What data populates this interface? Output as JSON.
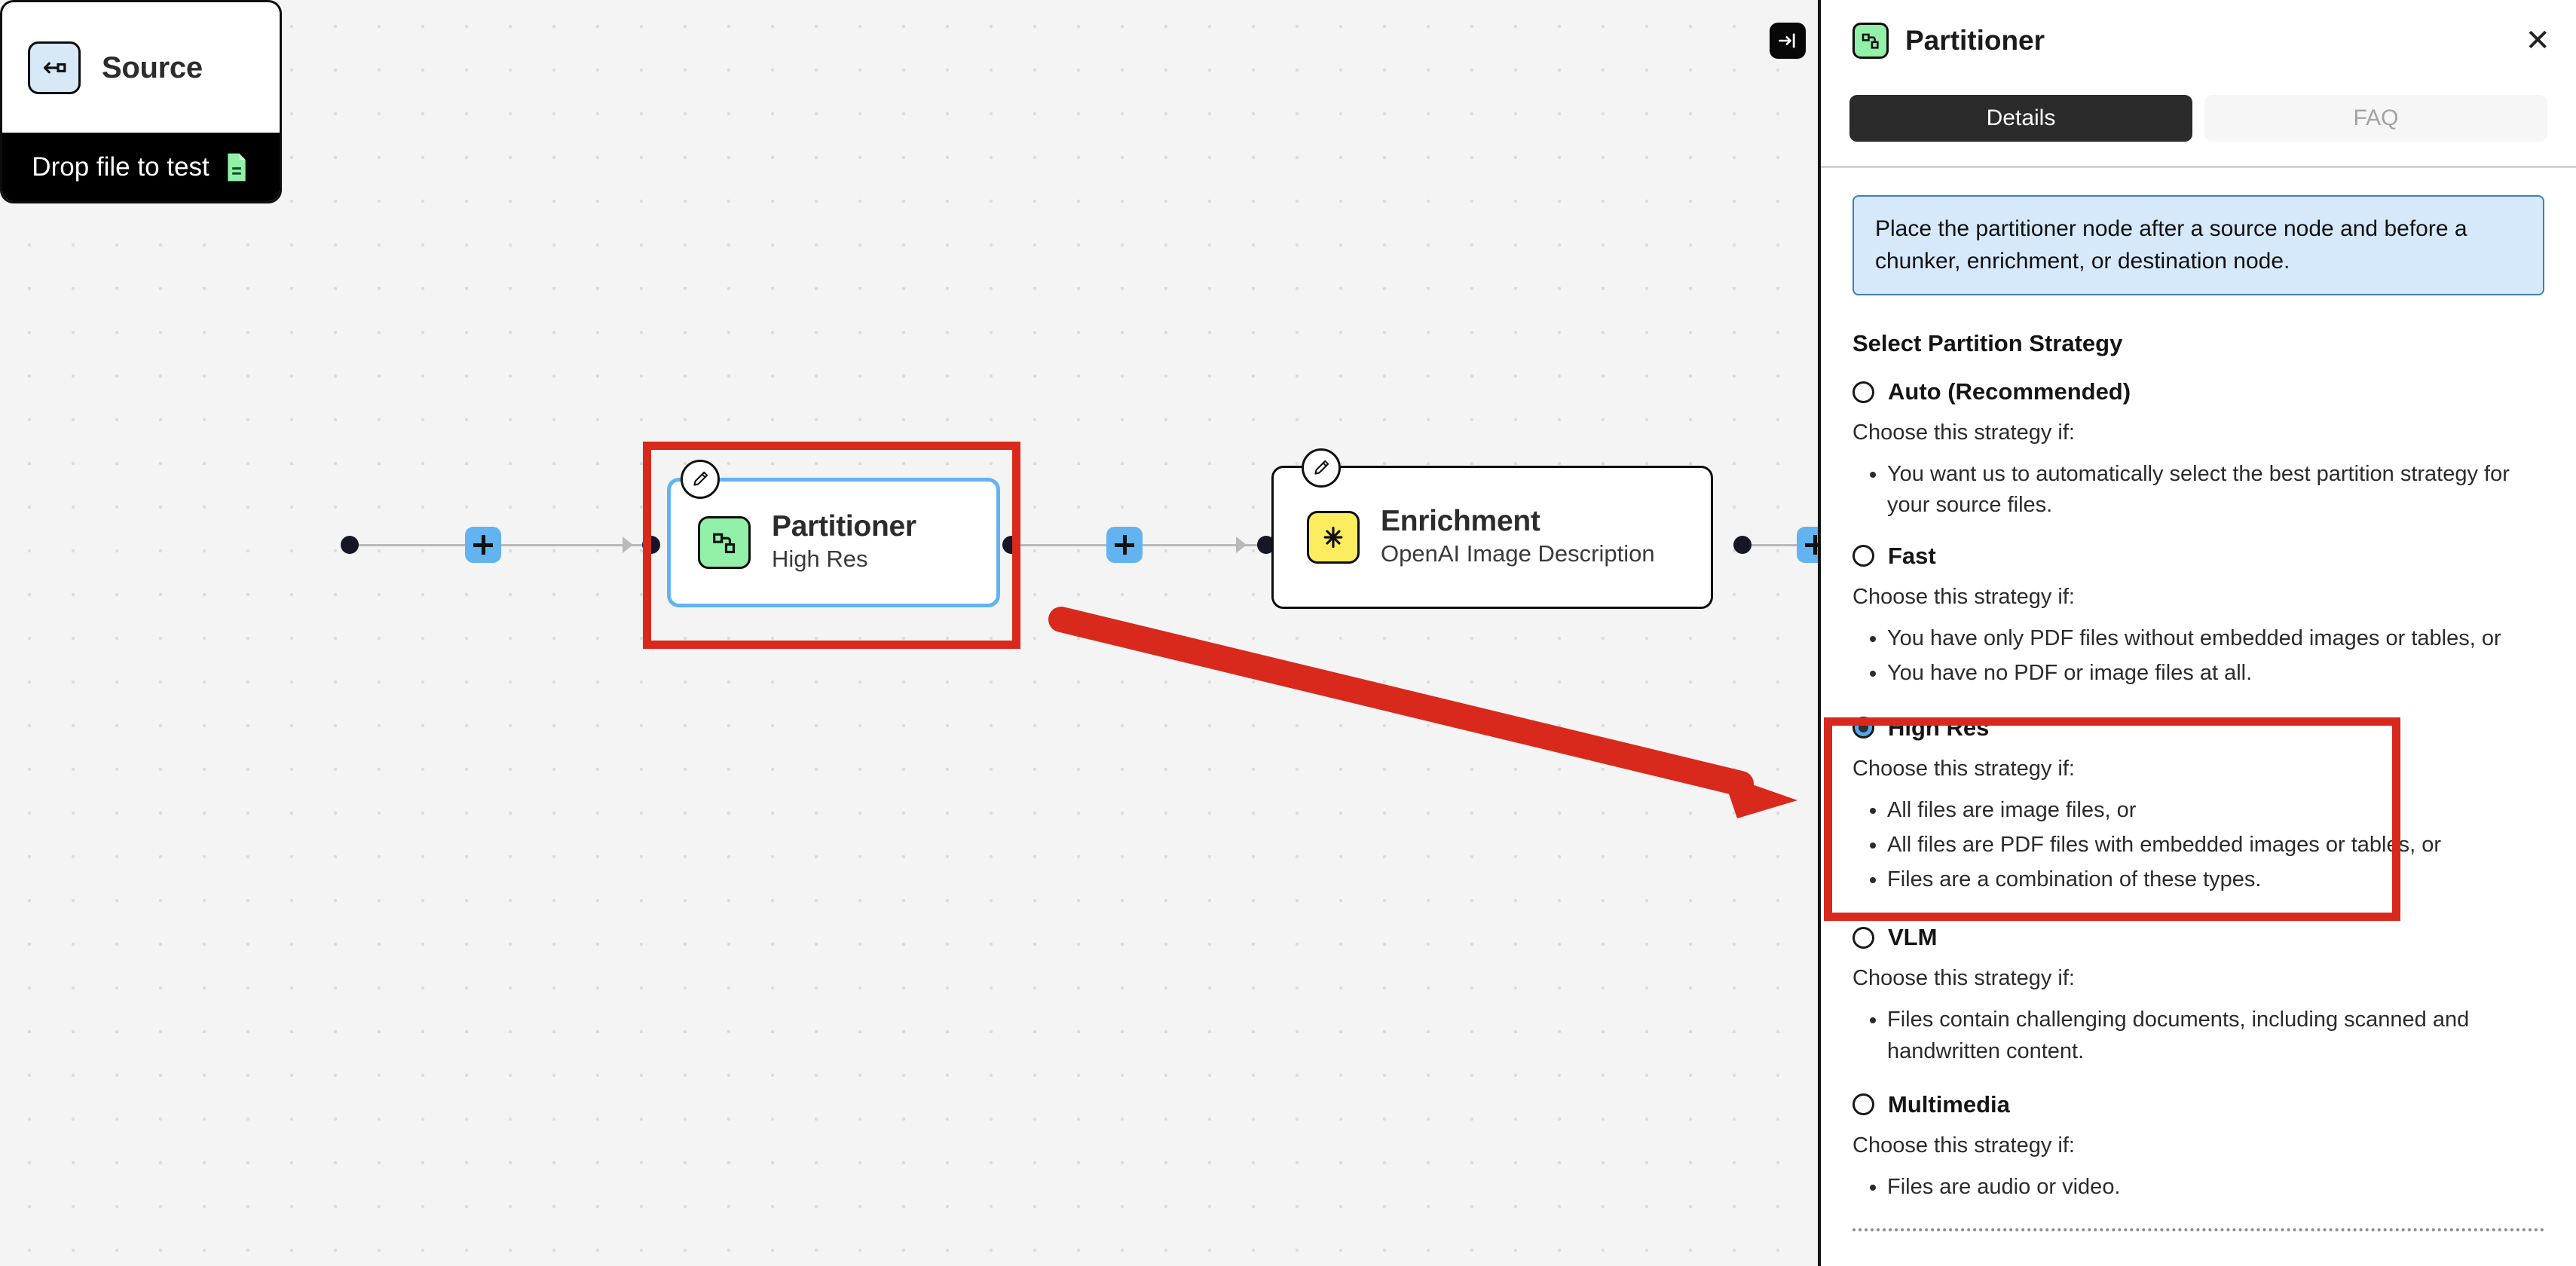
{
  "canvas": {
    "collapse_button": {
      "icon": "arrow-to-bar-right-icon",
      "label": ""
    },
    "nodes": [
      {
        "id": "source",
        "title": "Source",
        "subtitle": "",
        "icon": "source-arrow-icon",
        "badge_color": "#d7e9f7",
        "footer_label": "Drop file to test",
        "footer_icon": "document-icon",
        "footer_icon_color": "#92f0a8"
      },
      {
        "id": "partitioner",
        "title": "Partitioner",
        "subtitle": "High Res",
        "icon": "partitioner-nodes-icon",
        "badge_color": "#92f0a8",
        "selected": true
      },
      {
        "id": "enrichment",
        "title": "Enrichment",
        "subtitle": "OpenAI Image Description",
        "icon": "asterisk-icon",
        "badge_color": "#fbed5f",
        "selected": false
      }
    ],
    "add_node_buttons": [
      {
        "label": "+",
        "name": "add-node-between-source-partitioner"
      },
      {
        "label": "+",
        "name": "add-node-between-partitioner-enrichment"
      },
      {
        "label": "+",
        "name": "add-node-after-enrichment"
      }
    ],
    "annotation_color": "#d8291c"
  },
  "panel": {
    "icon": "partitioner-nodes-icon",
    "title": "Partitioner",
    "close_label": "✕",
    "tabs": [
      {
        "label": "Details",
        "active": true
      },
      {
        "label": "FAQ",
        "active": false
      }
    ],
    "info_banner": "Place the partitioner node after a source node and before a chunker, enrichment, or destination node.",
    "strategy_heading": "Select Partition Strategy",
    "choose_lead": "Choose this strategy if:",
    "options": [
      {
        "label": "Auto (Recommended)",
        "checked": false,
        "lead": "Choose this strategy if:",
        "bullets": [
          "You want us to automatically select the best partition strategy for your source files."
        ]
      },
      {
        "label": "Fast",
        "checked": false,
        "lead": "Choose this strategy if:",
        "bullets": [
          "You have only PDF files without embedded images or tables, or",
          "You have no PDF or image files at all."
        ]
      },
      {
        "label": "High Res",
        "checked": true,
        "lead": "Choose this strategy if:",
        "bullets": [
          "All files are image files, or",
          "All files are PDF files with embedded images or tables, or",
          "Files are a combination of these types."
        ]
      },
      {
        "label": "VLM",
        "checked": false,
        "lead": "Choose this strategy if:",
        "bullets": [
          "Files contain challenging documents, including scanned and handwritten content."
        ]
      },
      {
        "label": "Multimedia",
        "checked": false,
        "lead": "Choose this strategy if:",
        "bullets": [
          "Files are audio or video."
        ]
      }
    ]
  }
}
